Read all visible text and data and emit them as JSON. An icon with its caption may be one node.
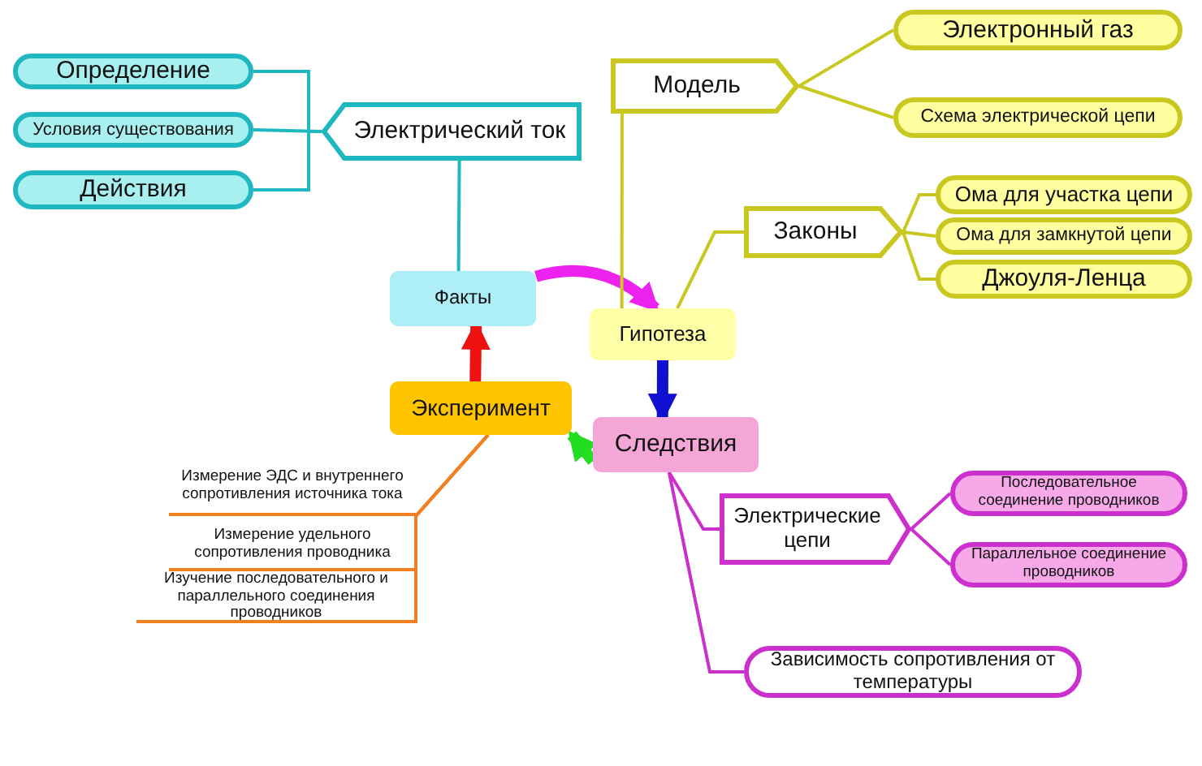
{
  "diagram": {
    "nodes": [
      {
        "text": [
          "Факты"
        ]
      },
      {
        "text": [
          "Гипотеза"
        ]
      },
      {
        "text": [
          "Следствия"
        ]
      },
      {
        "text": [
          "Эксперимент"
        ]
      },
      {
        "text": [
          "Электрический ток"
        ]
      },
      {
        "text": [
          "Определение"
        ]
      },
      {
        "text": [
          "Условия существования"
        ]
      },
      {
        "text": [
          "Действия"
        ]
      },
      {
        "text": [
          "Модель"
        ]
      },
      {
        "text": [
          "Электронный газ"
        ]
      },
      {
        "text": [
          "Схема электрической цепи"
        ]
      },
      {
        "text": [
          "Законы"
        ]
      },
      {
        "text": [
          "Ома для участка цепи"
        ]
      },
      {
        "text": [
          "Ома для замкнутой цепи"
        ]
      },
      {
        "text": [
          "Джоуля-Ленца"
        ]
      },
      {
        "text": [
          "Электрические цепи"
        ]
      },
      {
        "text": [
          "Последовательное соединение проводников"
        ]
      },
      {
        "text": [
          "Параллельное соединение проводников"
        ]
      },
      {
        "text": [
          "Зависимость сопротивления от температуры"
        ]
      },
      {
        "text": [
          "Измерение ЭДС и внутреннего сопротивления источника тока"
        ]
      },
      {
        "text": [
          "Измерение удельного сопротивления проводника"
        ]
      },
      {
        "text": [
          "Изучение последовательного и параллельного соединения проводников"
        ]
      }
    ],
    "edges": [
      {
        "from": 0,
        "to": 1,
        "arrow": "to",
        "style": "thick",
        "color": "#ee22ee"
      },
      {
        "from": 1,
        "to": 2,
        "arrow": "to",
        "style": "thick",
        "color": "#1010d0"
      },
      {
        "from": 2,
        "to": 3,
        "arrow": "to",
        "style": "thick",
        "color": "#22dd22"
      },
      {
        "from": 3,
        "to": 0,
        "arrow": "to",
        "style": "thick",
        "color": "#ee1111"
      },
      {
        "from": 4,
        "to": 0,
        "arrow": "none",
        "color": "#20b8c0"
      },
      {
        "from": 4,
        "to": 5,
        "arrow": "none",
        "color": "#20b8c0"
      },
      {
        "from": 4,
        "to": 6,
        "arrow": "none",
        "color": "#20b8c0"
      },
      {
        "from": 4,
        "to": 7,
        "arrow": "none",
        "color": "#20b8c0"
      },
      {
        "from": 1,
        "to": 8,
        "arrow": "none",
        "color": "#c8c820"
      },
      {
        "from": 8,
        "to": 9,
        "arrow": "none",
        "color": "#c8c820"
      },
      {
        "from": 8,
        "to": 10,
        "arrow": "none",
        "color": "#c8c820"
      },
      {
        "from": 1,
        "to": 11,
        "arrow": "none",
        "color": "#c8c820"
      },
      {
        "from": 11,
        "to": 12,
        "arrow": "none",
        "color": "#c8c820"
      },
      {
        "from": 11,
        "to": 13,
        "arrow": "none",
        "color": "#c8c820"
      },
      {
        "from": 11,
        "to": 14,
        "arrow": "none",
        "color": "#c8c820"
      },
      {
        "from": 2,
        "to": 15,
        "arrow": "none",
        "color": "#cc30cc"
      },
      {
        "from": 15,
        "to": 16,
        "arrow": "none",
        "color": "#cc30cc"
      },
      {
        "from": 15,
        "to": 17,
        "arrow": "none",
        "color": "#cc30cc"
      },
      {
        "from": 2,
        "to": 18,
        "arrow": "none",
        "color": "#cc30cc"
      },
      {
        "from": 3,
        "to": 19,
        "arrow": "none",
        "color": "#f08020"
      },
      {
        "from": 3,
        "to": 20,
        "arrow": "none",
        "color": "#f08020"
      },
      {
        "from": 3,
        "to": 21,
        "arrow": "none",
        "color": "#f08020"
      }
    ]
  }
}
